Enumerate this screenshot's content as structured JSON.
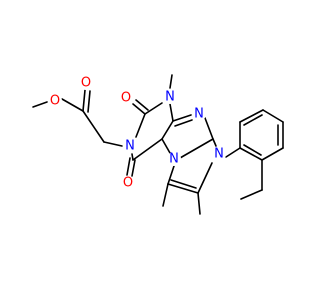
{
  "colors": {
    "background": "#ffffff",
    "bond": "#000000",
    "oxygen": "#ff0000",
    "nitrogen": "#0000ff"
  },
  "atoms": {
    "o_ester_carbonyl": "O",
    "o_ester_ether": "O",
    "o_c2_carbonyl": "O",
    "o_c6_carbonyl": "O",
    "n1_methyl": "N",
    "n3_ring": "N",
    "n_imine": "N",
    "n_aryl": "N",
    "n_bridge": "N"
  }
}
